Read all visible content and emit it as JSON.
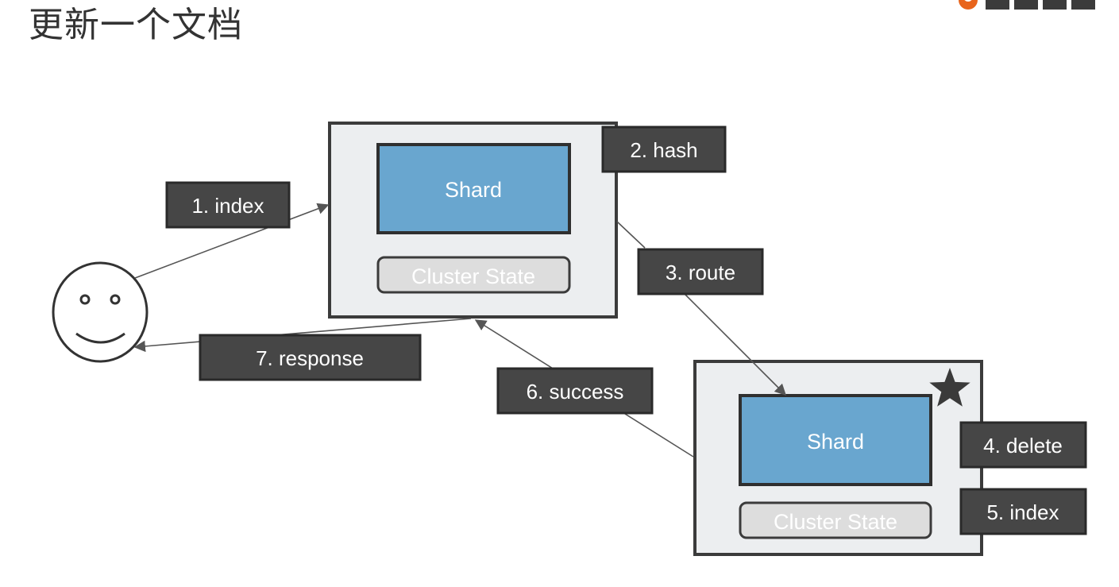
{
  "title": "更新一个文档",
  "colors": {
    "node_fill": "#eceef0",
    "shard_fill": "#69a6cf",
    "cluster_fill": "#dddddd",
    "step_fill": "#464646",
    "logo_accent": "#e8641b"
  },
  "nodes": {
    "coordinating": {
      "shard_label": "Shard",
      "cluster_label": "Cluster State"
    },
    "primary": {
      "shard_label": "Shard",
      "cluster_label": "Cluster State",
      "marker_icon": "star-icon"
    }
  },
  "steps": [
    {
      "id": "1",
      "label": "1. index"
    },
    {
      "id": "2",
      "label": "2. hash"
    },
    {
      "id": "3",
      "label": "3. route"
    },
    {
      "id": "4",
      "label": "4. delete"
    },
    {
      "id": "5",
      "label": "5. index"
    },
    {
      "id": "6",
      "label": "6. success"
    },
    {
      "id": "7",
      "label": "7. response"
    }
  ],
  "client_icon": "smiley-face-icon"
}
